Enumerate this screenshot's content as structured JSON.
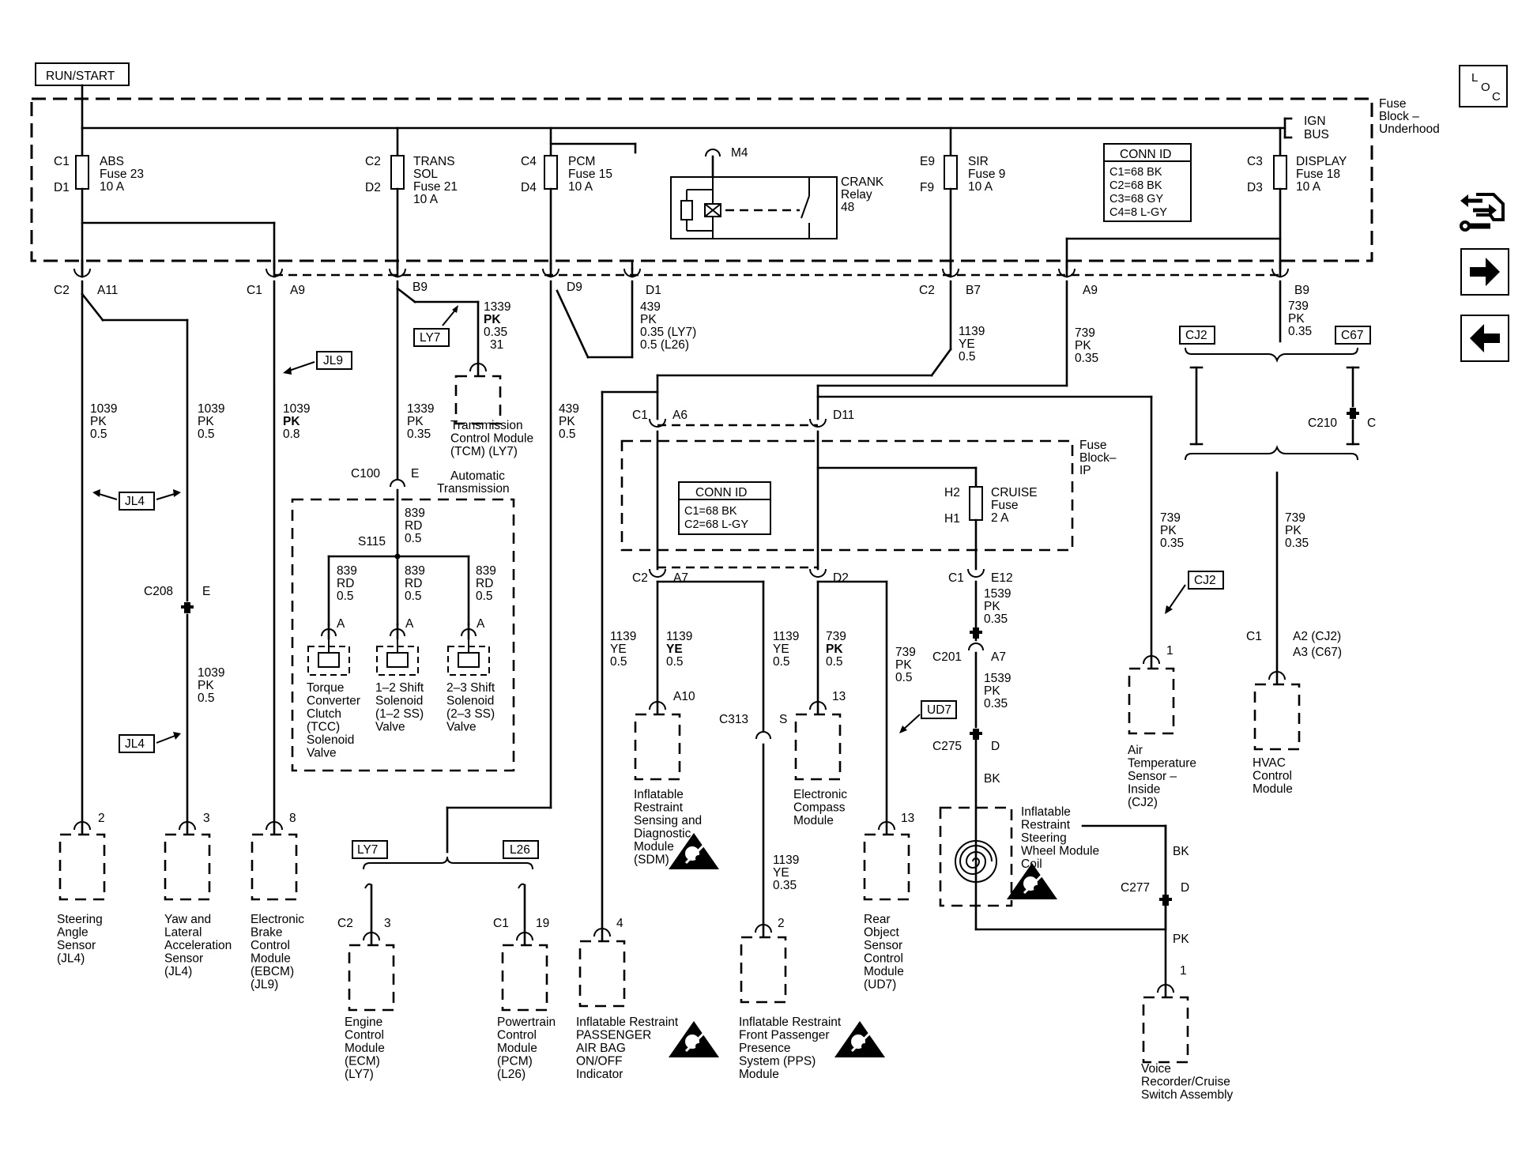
{
  "run_start": "RUN/START",
  "fuse_block_uh": [
    "Fuse",
    "Block –",
    "Underhood"
  ],
  "fuse_block_ip": [
    "Fuse",
    "Block–",
    "IP"
  ],
  "ign_bus": [
    "IGN",
    "BUS"
  ],
  "nav": {
    "loc": [
      "L",
      "O",
      "C"
    ]
  },
  "fuses": [
    {
      "top": "C1",
      "bot": "D1",
      "lines": [
        "ABS",
        "Fuse 23",
        "10 A"
      ]
    },
    {
      "top": "C2",
      "bot": "D2",
      "lines": [
        "TRANS",
        "SOL",
        "Fuse 21",
        "10 A"
      ]
    },
    {
      "top": "C4",
      "bot": "D4",
      "lines": [
        "PCM",
        "Fuse 15",
        "10 A"
      ]
    },
    {
      "top": "E9",
      "bot": "F9",
      "lines": [
        "SIR",
        "Fuse 9",
        "10 A"
      ]
    },
    {
      "top": "C3",
      "bot": "D3",
      "lines": [
        "DISPLAY",
        "Fuse 18",
        "10 A"
      ]
    }
  ],
  "relay": {
    "id": "M4",
    "lines": [
      "CRANK",
      "Relay",
      "48"
    ]
  },
  "conn_id_uh": {
    "title": "CONN ID",
    "lines": [
      "C1=68 BK",
      "C2=68 BK",
      "C3=68 GY",
      "C4=8 L-GY"
    ]
  },
  "conn_id_ip": {
    "title": "CONN ID",
    "lines": [
      "C1=68 BK",
      "C2=68 L-GY"
    ]
  },
  "cruise_fuse": {
    "top": "H2",
    "bot": "H1",
    "lines": [
      "CRUISE",
      "Fuse",
      "2 A"
    ]
  },
  "connectors": [
    {
      "conn": "C2",
      "pin": "A11"
    },
    {
      "conn": "C1",
      "pin": "A9"
    },
    {
      "pin": "B9"
    },
    {
      "pin": "D9"
    },
    {
      "pin": "D1"
    },
    {
      "conn": "C2",
      "pin": "B7"
    },
    {
      "pin": "A9"
    },
    {
      "pin": "B9"
    },
    {
      "conn": "C1",
      "pin": "A6"
    },
    {
      "pin": "D11"
    },
    {
      "conn": "C2",
      "pin": "A7"
    },
    {
      "pin": "D2"
    },
    {
      "conn": "C1",
      "pin": "E12"
    },
    {
      "conn": "C100",
      "pin": "E"
    },
    {
      "conn": "C208",
      "pin": "E"
    },
    {
      "conn": "C313",
      "pin": "S"
    },
    {
      "conn": "C201",
      "pin": "A7"
    },
    {
      "conn": "C275",
      "pin": "D"
    },
    {
      "conn": "C277",
      "pin": "D"
    },
    {
      "conn": "C210",
      "pin": "C"
    }
  ],
  "wires": [
    [
      "1039",
      "PK",
      "0.5"
    ],
    [
      "1039",
      "PK",
      "0.5"
    ],
    [
      "1039",
      "PK",
      "0.8"
    ],
    [
      "1339",
      "PK",
      "0.35"
    ],
    [
      "1339",
      "PK",
      "0.35",
      "31"
    ],
    [
      "439",
      "PK",
      "0.5"
    ],
    [
      "439",
      "PK",
      "0.35 (LY7)",
      "0.5 (L26)"
    ],
    [
      "1139",
      "YE",
      "0.5"
    ],
    [
      "739",
      "PK",
      "0.35"
    ],
    [
      "739",
      "PK",
      "0.35"
    ],
    [
      "739",
      "PK",
      "0.35"
    ],
    [
      "739",
      "PK",
      "0.35"
    ],
    [
      "1039",
      "PK",
      "0.5"
    ],
    [
      "839",
      "RD",
      "0.5"
    ],
    [
      "839",
      "RD",
      "0.5"
    ],
    [
      "839",
      "RD",
      "0.5"
    ],
    [
      "839",
      "RD",
      "0.5"
    ],
    [
      "1139",
      "YE",
      "0.5"
    ],
    [
      "1139",
      "YE",
      "0.5"
    ],
    [
      "1139",
      "YE",
      "0.5"
    ],
    [
      "1139",
      "YE",
      "0.35"
    ],
    [
      "739",
      "PK",
      "0.5"
    ],
    [
      "739",
      "PK",
      "0.5"
    ],
    [
      "1539",
      "PK",
      "0.35"
    ],
    [
      "1539",
      "PK",
      "0.35"
    ],
    [
      "BK"
    ],
    [
      "BK"
    ],
    [
      "PK"
    ]
  ],
  "splice": "S115",
  "auto_trans": [
    "Automatic",
    "Transmission"
  ],
  "solenoids": [
    {
      "pin": "A",
      "lines": [
        "Torque",
        "Converter",
        "Clutch",
        "(TCC)",
        "Solenoid",
        "Valve"
      ]
    },
    {
      "pin": "A",
      "lines": [
        "1–2 Shift",
        "Solenoid",
        "(1–2 SS)",
        "Valve"
      ]
    },
    {
      "pin": "A",
      "lines": [
        "2–3 Shift",
        "Solenoid",
        "(2–3 SS)",
        "Valve"
      ]
    }
  ],
  "tags": [
    "LY7",
    "JL9",
    "JL4",
    "JL4",
    "LY7",
    "L26",
    "UD7",
    "CJ2",
    "CJ2",
    "C67"
  ],
  "modules": [
    {
      "pin": "2",
      "lines": [
        "Steering",
        "Angle",
        "Sensor",
        "(JL4)"
      ]
    },
    {
      "pin": "3",
      "lines": [
        "Yaw and",
        "Lateral",
        "Acceleration",
        "Sensor",
        "(JL4)"
      ]
    },
    {
      "pin": "8",
      "lines": [
        "Electronic",
        "Brake",
        "Control",
        "Module",
        "(EBCM)",
        "(JL9)"
      ]
    },
    {
      "conn": "C2",
      "pin": "3",
      "lines": [
        "Engine",
        "Control",
        "Module",
        "(ECM)",
        "(LY7)"
      ]
    },
    {
      "conn": "C1",
      "pin": "19",
      "lines": [
        "Powertrain",
        "Control",
        "Module",
        "(PCM)",
        "(L26)"
      ]
    },
    {
      "pin": "4",
      "lines": [
        "Inflatable Restraint",
        "PASSENGER",
        "AIR BAG",
        "ON/OFF",
        "Indicator"
      ]
    },
    {
      "pin": "2",
      "lines": [
        "Inflatable Restraint",
        "Front Passenger",
        "Presence",
        "System (PPS)",
        "Module"
      ]
    },
    {
      "pin": "A10",
      "lines": [
        "Inflatable",
        "Restraint",
        "Sensing and",
        "Diagnostic",
        "Module",
        "(SDM)"
      ]
    },
    {
      "pin": "13",
      "lines": [
        "Electronic",
        "Compass",
        "Module"
      ]
    },
    {
      "pin": "13",
      "lines": [
        "Rear",
        "Object",
        "Sensor",
        "Control",
        "Module",
        "(UD7)"
      ]
    },
    {
      "lines": [
        "Inflatable",
        "Restraint",
        "Steering",
        "Wheel Module",
        "Coil"
      ]
    },
    {
      "pin": "1",
      "lines": [
        "Voice",
        "Recorder/Cruise",
        "Switch Assembly"
      ]
    },
    {
      "pin": "1",
      "lines": [
        "Air",
        "Temperature",
        "Sensor –",
        "Inside",
        "(CJ2)"
      ]
    },
    {
      "conn": "C1",
      "pin": "A2 (CJ2)",
      "pin2": "A3 (C67)",
      "lines": [
        "HVAC",
        "Control",
        "Module"
      ]
    },
    {
      "pin": "1339",
      "lines": [
        "Transmission",
        "Control Module",
        "(TCM) (LY7)"
      ]
    }
  ]
}
